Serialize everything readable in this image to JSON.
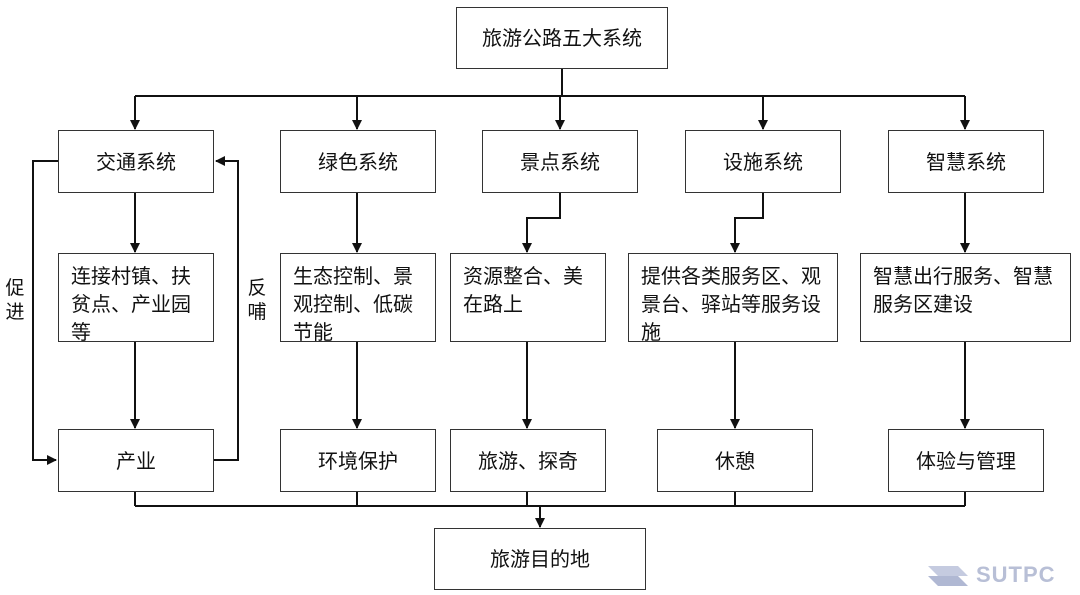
{
  "top": {
    "title": "旅游公路五大系统"
  },
  "systems": [
    {
      "name": "交通系统",
      "content": "连接村镇、扶贫点、产业园等",
      "result": "产业"
    },
    {
      "name": "绿色系统",
      "content": "生态控制、景观控制、低碳节能",
      "result": "环境保护"
    },
    {
      "name": "景点系统",
      "content": "资源整合、美在路上",
      "result": "旅游、探奇"
    },
    {
      "name": "设施系统",
      "content": "提供各类服务区、观景台、驿站等服务设施",
      "result": "休憩"
    },
    {
      "name": "智慧系统",
      "content": "智慧出行服务、智慧服务区建设",
      "result": "体验与管理"
    }
  ],
  "bottom": {
    "title": "旅游目的地"
  },
  "side_labels": {
    "left": "促进",
    "right": "反哺"
  },
  "watermark": {
    "text": "SUTPC"
  },
  "colors": {
    "line": "#111111",
    "border": "#333333",
    "watermark": "#b8bfd6"
  }
}
